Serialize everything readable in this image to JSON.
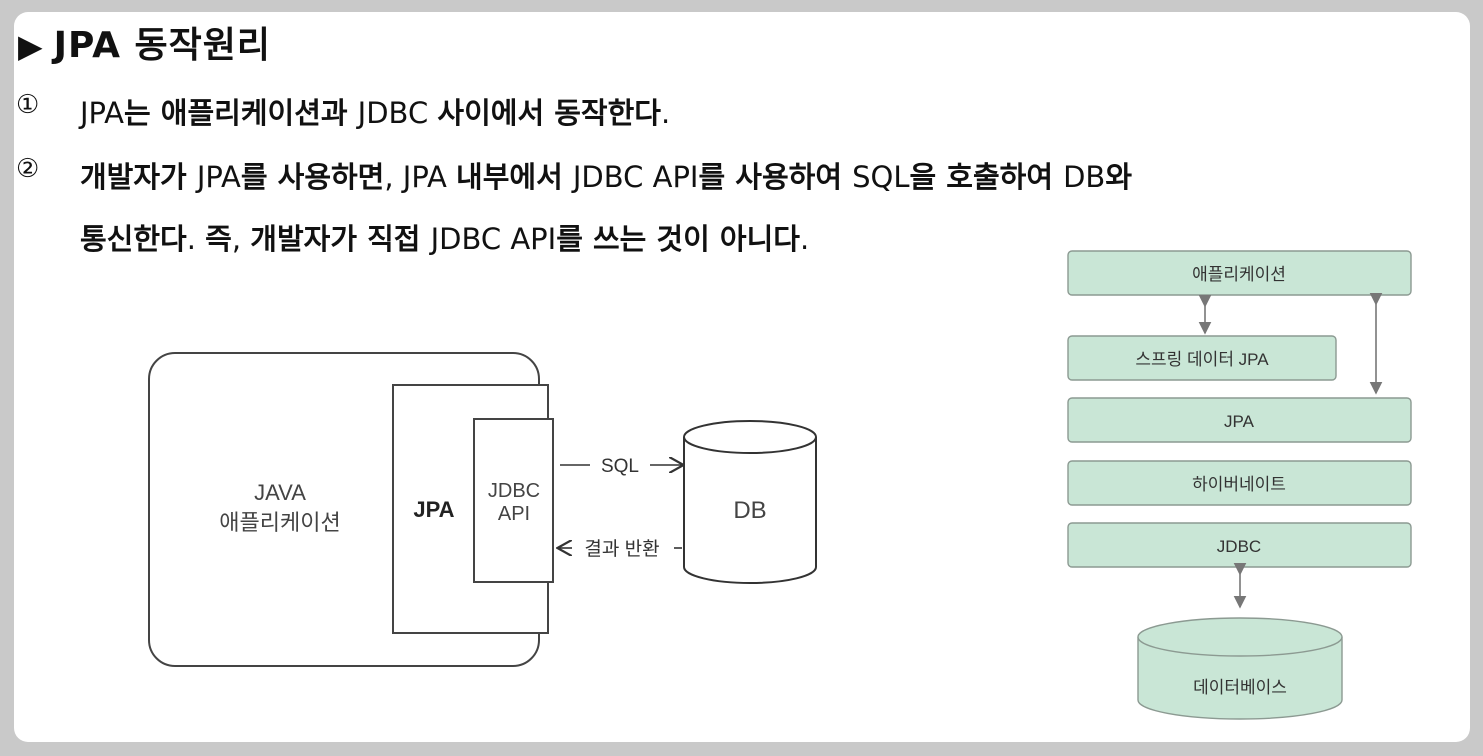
{
  "title": "JPA 동작원리",
  "items": [
    {
      "num": "①",
      "lines": [
        [
          {
            "t": "JPA",
            "b": false
          },
          {
            "t": "는 애플리케이션과 ",
            "b": true
          },
          {
            "t": "JDBC ",
            "b": false
          },
          {
            "t": "사이에서 동작한다",
            "b": true
          },
          {
            "t": ".",
            "b": false
          }
        ]
      ]
    },
    {
      "num": "②",
      "lines": [
        [
          {
            "t": "개발자가 ",
            "b": true
          },
          {
            "t": "JPA",
            "b": false
          },
          {
            "t": "를 사용하면",
            "b": true
          },
          {
            "t": ", JPA ",
            "b": false
          },
          {
            "t": "내부에서 ",
            "b": true
          },
          {
            "t": "JDBC API",
            "b": false
          },
          {
            "t": "를 사용하여 ",
            "b": true
          },
          {
            "t": "SQL",
            "b": false
          },
          {
            "t": "을 호출하여 ",
            "b": true
          },
          {
            "t": "DB",
            "b": false
          },
          {
            "t": "와",
            "b": true
          }
        ],
        [
          {
            "t": "통신한다",
            "b": true
          },
          {
            "t": ". ",
            "b": false
          },
          {
            "t": "즉",
            "b": true
          },
          {
            "t": ", ",
            "b": false
          },
          {
            "t": "개발자가 직접 ",
            "b": true
          },
          {
            "t": "JDBC API",
            "b": false
          },
          {
            "t": "를 쓰는 것이 아니다",
            "b": true
          },
          {
            "t": ".",
            "b": false
          }
        ]
      ]
    }
  ],
  "diagram_left": {
    "java_line1": "JAVA",
    "java_line2": "애플리케이션",
    "jpa": "JPA",
    "jdbc_line1": "JDBC",
    "jdbc_line2": "API",
    "sql": "SQL",
    "result": "결과 반환",
    "db": "DB"
  },
  "diagram_right": {
    "layers": [
      "애플리케이션",
      "스프링 데이터 JPA",
      "JPA",
      "하이버네이트",
      "JDBC"
    ],
    "database": "데이터베이스",
    "layer_fill": "#c9e6d6",
    "layer_stroke": "#8c9a92"
  }
}
